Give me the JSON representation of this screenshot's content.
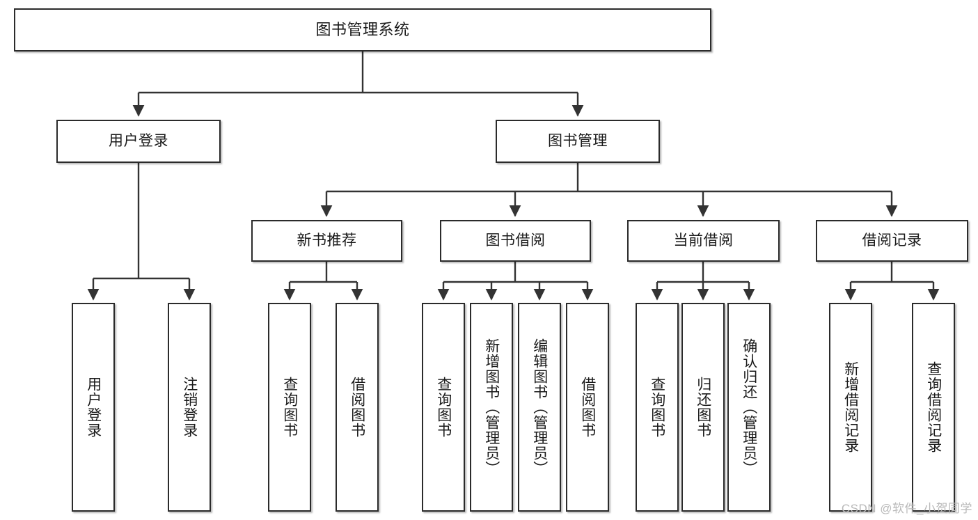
{
  "diagram": {
    "title": "图书管理系统",
    "type": "hierarchy-tree",
    "watermark": "CSDN @软件_小贺同学",
    "colors": {
      "node_border": "#2b2b2b",
      "node_fill": "#ffffff",
      "edge": "#333333",
      "text": "#1a1a1a",
      "watermark": "#b9b9b9"
    },
    "nodes": {
      "root": {
        "label": "图书管理系统"
      },
      "level1": [
        {
          "label": "用户登录"
        },
        {
          "label": "图书管理"
        }
      ],
      "level2": [
        {
          "label": "新书推荐"
        },
        {
          "label": "图书借阅"
        },
        {
          "label": "当前借阅"
        },
        {
          "label": "借阅记录"
        }
      ],
      "leaves": {
        "user_login": [
          {
            "label": "用户登录"
          },
          {
            "label": "注销登录"
          }
        ],
        "new_book_recommend": [
          {
            "label": "查询图书"
          },
          {
            "label": "借阅图书"
          }
        ],
        "book_borrow": [
          {
            "label": "查询图书"
          },
          {
            "label": "新增图书（管理员）"
          },
          {
            "label": "编辑图书（管理员）"
          },
          {
            "label": "借阅图书"
          }
        ],
        "current_borrow": [
          {
            "label": "查询图书"
          },
          {
            "label": "归还图书"
          },
          {
            "label": "确认归还（管理员）"
          }
        ],
        "borrow_record": [
          {
            "label": "新增借阅记录"
          },
          {
            "label": "查询借阅记录"
          }
        ]
      }
    }
  }
}
